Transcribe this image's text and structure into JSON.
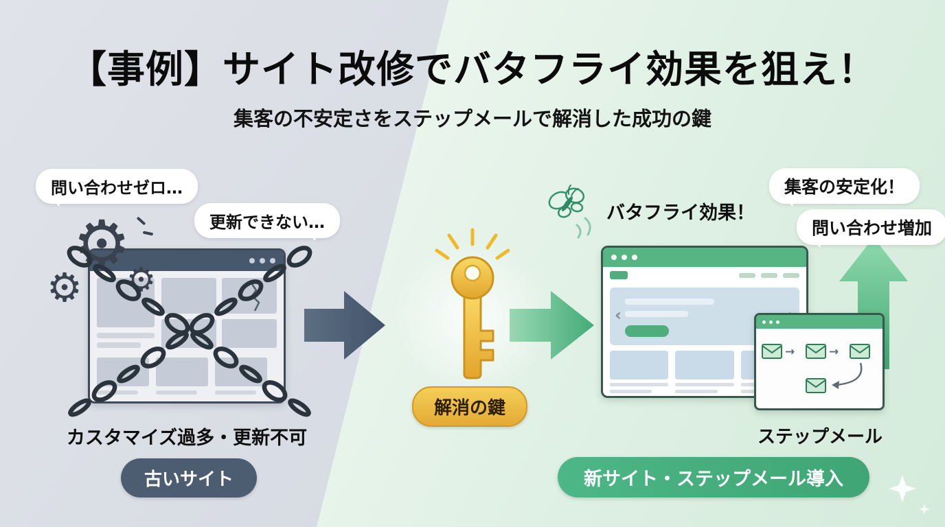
{
  "header": {
    "title": "【事例】サイト改修でバタフライ効果を狙え！",
    "subtitle": "集客の不安定さをステップメールで解消した成功の鍵"
  },
  "old_site": {
    "bubble_no_inquiries": "問い合わせゼロ…",
    "bubble_cannot_update": "更新できない…",
    "gear_glyph": "⚙",
    "caption": "カスタマイズ過多・更新不可",
    "badge": "古いサイト"
  },
  "solution": {
    "key_badge": "解消の鍵"
  },
  "new_site": {
    "butterfly_label": "バタフライ効果！",
    "bubble_stable": "集客の安定化！",
    "bubble_inquiries_up": "問い合わせ増加",
    "carousel_prev": "‹",
    "carousel_next": "›",
    "flow_arrow": "→",
    "stepmail_label": "ステップメール",
    "badge": "新サイト・ステップメール導入"
  },
  "colors": {
    "slate": "#4d5d71",
    "green": "#4db483",
    "gold": "#e9b53c",
    "gray_panel": "#d6dae2",
    "green_panel": "#dff0e4"
  }
}
